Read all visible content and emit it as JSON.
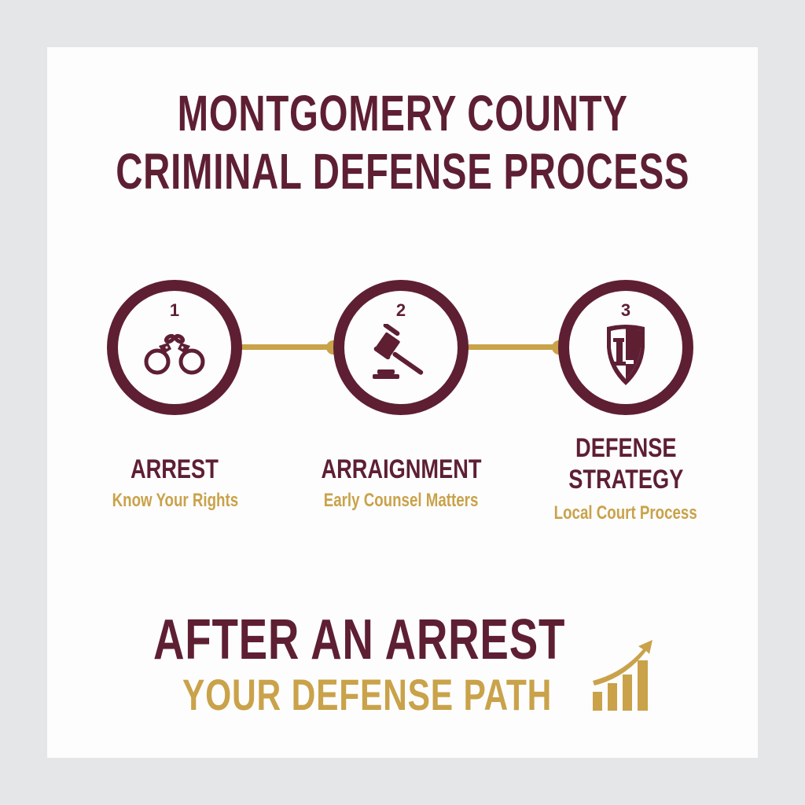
{
  "header": {
    "title_line1": "MONTGOMERY COUNTY",
    "title_line2": "CRIMINAL DEFENSE PROCESS"
  },
  "colors": {
    "maroon": "#5e1f33",
    "gold": "#c9a24a",
    "background": "#e5e6e7",
    "card": "#fdfdfd"
  },
  "steps": [
    {
      "number": "1",
      "icon": "handcuffs-icon",
      "label": "ARREST",
      "subtitle": "Know Your Rights"
    },
    {
      "number": "2",
      "icon": "gavel-icon",
      "label": "ARRAIGNMENT",
      "subtitle": "Early Counsel Matters"
    },
    {
      "number": "3",
      "icon": "shield-l-icon",
      "label_line1": "DEFENSE",
      "label_line2": "STRATEGY",
      "subtitle": "Local Court Process"
    }
  ],
  "footer": {
    "headline": "AFTER AN ARREST",
    "tagline": "YOUR DEFENSE PATH",
    "icon": "growth-chart-icon"
  }
}
